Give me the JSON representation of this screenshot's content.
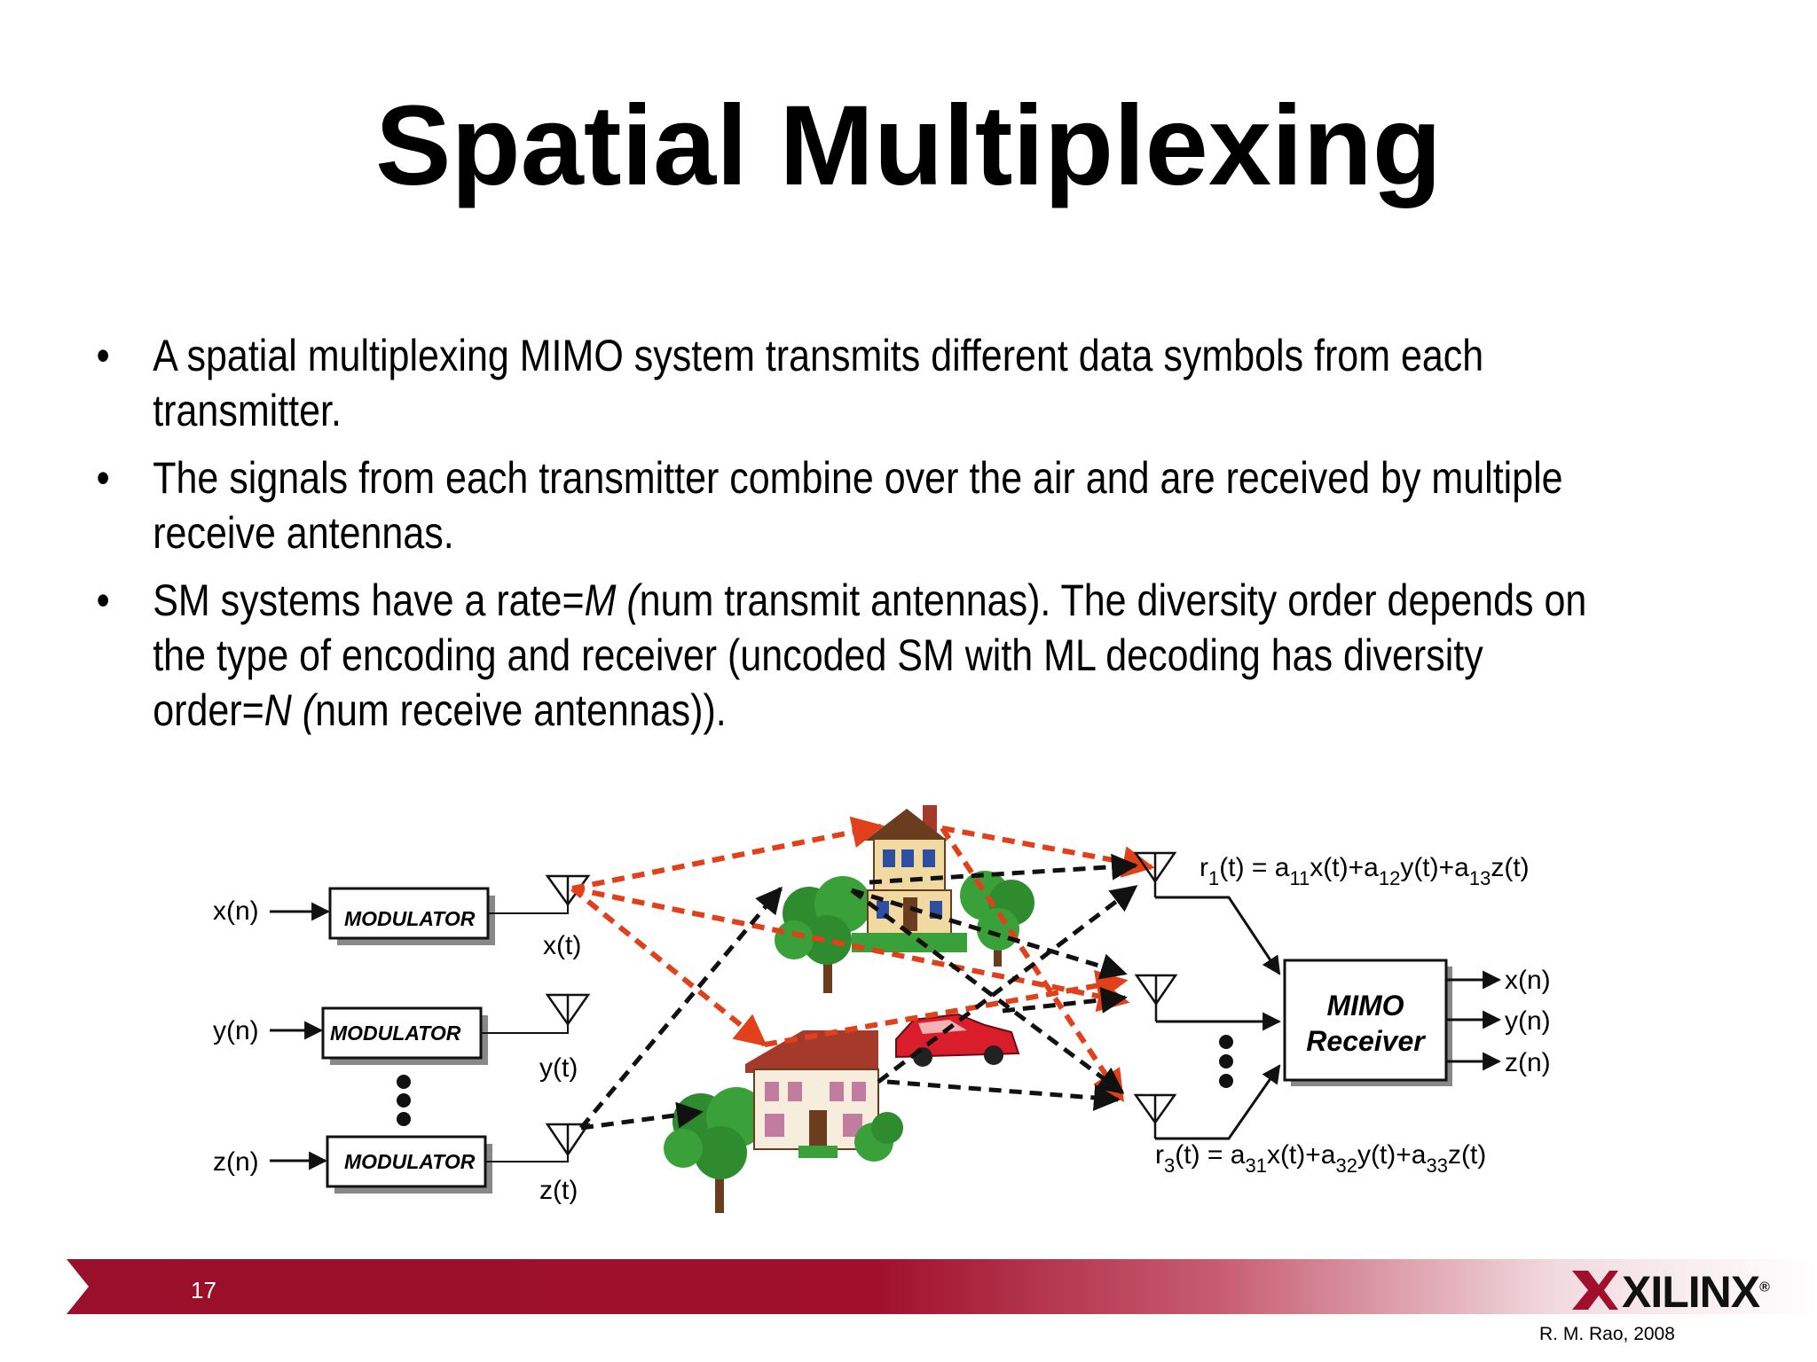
{
  "slide": {
    "title": "Spatial Multiplexing",
    "bullets": [
      {
        "pre": "A spatial multiplexing MIMO system transmits different data symbols from each",
        "line2": "transmitter."
      },
      {
        "pre": "The signals from each transmitter combine over the air and are received by multiple",
        "line2": "receive antennas."
      },
      {
        "l1_a": "SM systems have a rate=",
        "l1_b": "M",
        "l1_c": " (",
        "l1_d": "num transmit antennas). The diversity order depends on",
        "l2": "the type of encoding and receiver (uncoded SM with ML decoding has diversity",
        "l3_a": "order=",
        "l3_b": "N",
        "l3_c": " (",
        "l3_d": "num receive antennas))."
      }
    ]
  },
  "diagram": {
    "inputs": [
      "x(n)",
      "y(n)",
      "z(n)"
    ],
    "modulator_label": "MODULATOR",
    "tx_signals": [
      "x(t)",
      "y(t)",
      "z(t)"
    ],
    "receiver": {
      "line1": "MIMO",
      "line2": "Receiver"
    },
    "outputs": [
      "x(n)",
      "y(n)",
      "z(n)"
    ],
    "r1": {
      "r": "r",
      "s1": "1",
      "t1": "(t) = a",
      "s2": "11",
      "t2": "x(t)+a",
      "s3": "12",
      "t3": "y(t)+a",
      "s4": "13",
      "t4": "z(t)"
    },
    "r3": {
      "r": "r",
      "s1": "3",
      "t1": "(t) = a",
      "s2": "31",
      "t2": "x(t)+a",
      "s3": "32",
      "t3": "y(t)+a",
      "s4": "33",
      "t4": "z(t)"
    }
  },
  "footer": {
    "page_number": "17",
    "logo_text": "XILINX",
    "registered": "®",
    "author": "R. M. Rao, 2008"
  },
  "colors": {
    "red_path": "#e0401a",
    "black_path": "#111111",
    "footer_red": "#9a0f2b"
  }
}
